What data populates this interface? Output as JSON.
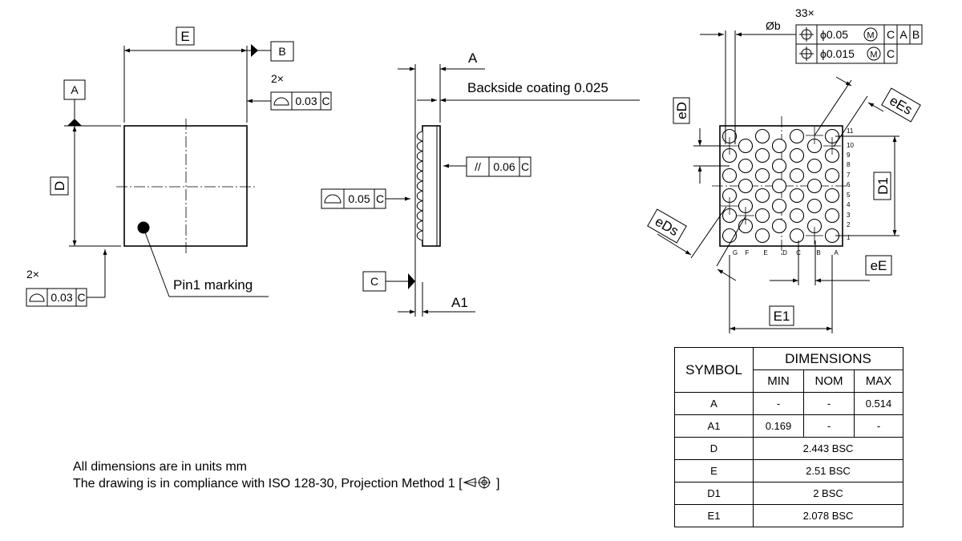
{
  "top_view": {
    "dim_E": "E",
    "dim_D": "D",
    "datum_A": "A",
    "datum_B": "B",
    "count_2x_upper": "2×",
    "count_2x_lower": "2×",
    "fcf_upper_value": "0.03",
    "fcf_upper_ref": "C",
    "fcf_lower_value": "0.03",
    "fcf_lower_ref": "C",
    "pin1_label": "Pin1 marking"
  },
  "side_view": {
    "dim_A": "A",
    "dim_A1": "A1",
    "coating_label": "Backside coating 0.025",
    "parallel_value": "0.06",
    "parallel_ref": "C",
    "flat_value": "0.05",
    "flat_ref": "C",
    "datum_C": "C",
    "parallel_symbol": "//"
  },
  "bottom_view": {
    "ball_count": "33×",
    "ball_dia": "Øb",
    "pos_tol_1": "ϕ0.05",
    "pos_tol_2": "ϕ0.015",
    "mod_symbol": "M",
    "refs_1": [
      "C",
      "A",
      "B"
    ],
    "refs_2": [
      "C"
    ],
    "dim_eD": "eD",
    "dim_eEs": "eEs",
    "dim_D1": "D1",
    "dim_eDs": "eDs",
    "dim_eE": "eE",
    "dim_E1": "E1",
    "row_labels": [
      "11",
      "10",
      "9",
      "8",
      "7",
      "6",
      "5",
      "4",
      "3",
      "2",
      "1"
    ],
    "column_labels": [
      "G",
      "F",
      "E",
      "D",
      "C",
      "B",
      "A"
    ]
  },
  "table": {
    "symbol_header": "SYMBOL",
    "dimensions_header": "DIMENSIONS",
    "min_header": "MIN",
    "nom_header": "NOM",
    "max_header": "MAX",
    "rows": [
      {
        "symbol": "A",
        "min": "-",
        "nom": "-",
        "max": "0.514"
      },
      {
        "symbol": "A1",
        "min": "0.169",
        "nom": "-",
        "max": "-"
      },
      {
        "symbol": "D",
        "span": "2.443 BSC"
      },
      {
        "symbol": "E",
        "span": "2.51 BSC"
      },
      {
        "symbol": "D1",
        "span": "2 BSC"
      },
      {
        "symbol": "E1",
        "span": "2.078 BSC"
      }
    ]
  },
  "notes": {
    "line1": "All dimensions are in units mm",
    "line2_prefix": "The drawing is in compliance with ISO 128-30, Projection Method 1 [",
    "line2_suffix": " ]"
  }
}
